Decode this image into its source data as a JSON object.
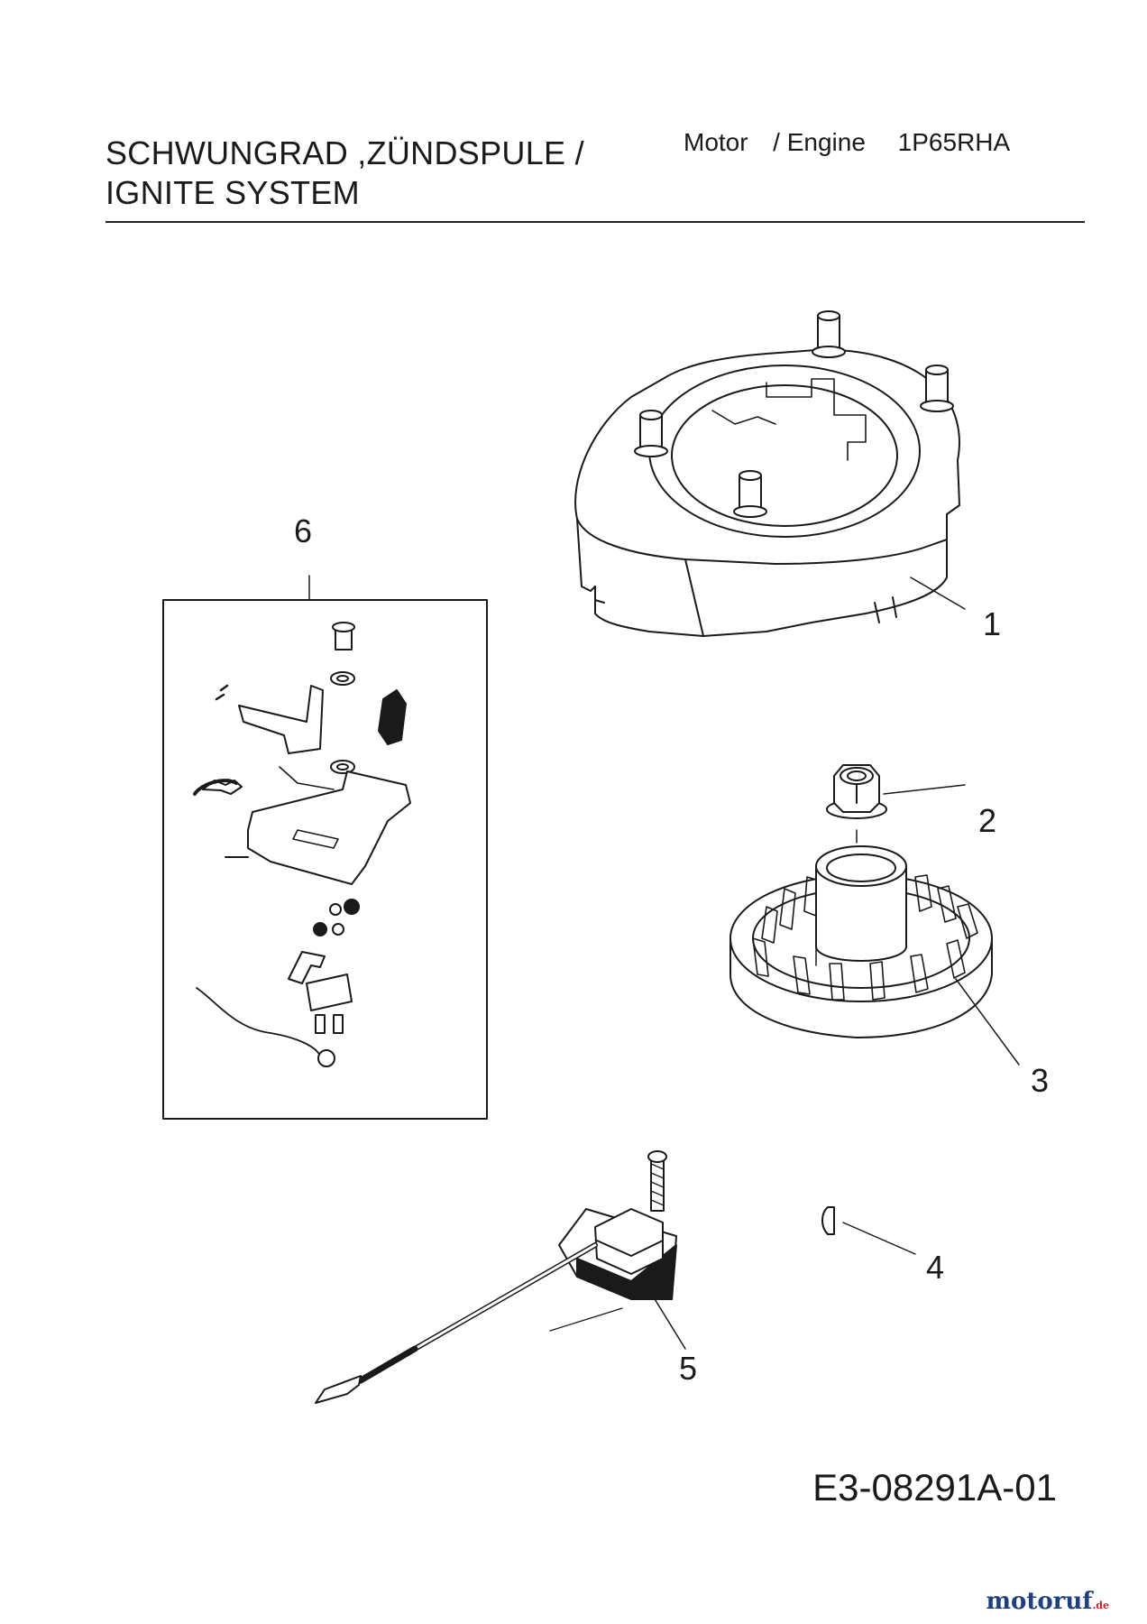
{
  "header": {
    "title_line1": "SCHWUNGRAD ,ZÜNDSPULE /",
    "title_line2": "IGNITE SYSTEM",
    "engine_label": "Motor",
    "engine_sep": "/",
    "engine_label_en": "Engine",
    "engine_model": "1P65RHA"
  },
  "callouts": [
    "1",
    "2",
    "3",
    "4",
    "5",
    "6"
  ],
  "parts": [
    {
      "ref": "1",
      "icon": "blower-housing-icon"
    },
    {
      "ref": "2",
      "icon": "flange-nut-icon"
    },
    {
      "ref": "3",
      "icon": "flywheel-icon"
    },
    {
      "ref": "4",
      "icon": "woodruff-key-icon"
    },
    {
      "ref": "5",
      "icon": "ignition-coil-icon"
    },
    {
      "ref": "6",
      "icon": "kill-switch-bracket-kit-icon"
    }
  ],
  "footer": {
    "drawing_code": "E3-08291A-01",
    "logo_text": "motoruf",
    "logo_suffix": ".de"
  },
  "colors": {
    "line": "#1a1a1a",
    "logo_blue": "#1f3f7f",
    "logo_red": "#c8202a"
  }
}
